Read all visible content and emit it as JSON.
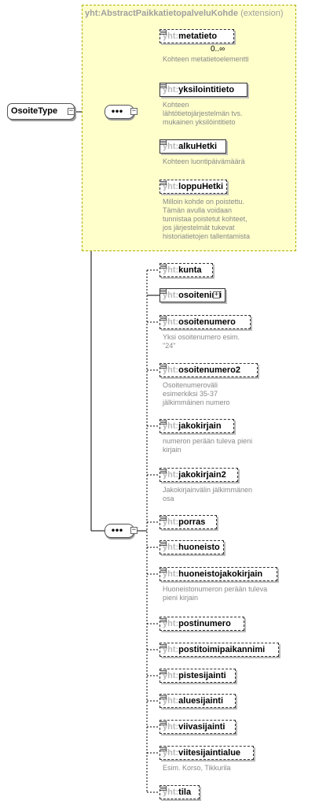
{
  "extension": {
    "title": "yht:AbstractPaikkatietopalveluKohde",
    "suffix": "(extension)"
  },
  "root": {
    "label": "OsoiteType"
  },
  "colors": {
    "extension_bg": "#ffffcc",
    "prefix_gray": "#b8b8b8",
    "desc_gray": "#888888"
  },
  "prefix": "yht:",
  "group1": [
    {
      "name": "metatieto",
      "optional": true,
      "multiplicity": "0..∞",
      "desc": [
        "Kohteen metatietoelementti"
      ]
    },
    {
      "name": "yksilointitieto",
      "optional": false,
      "desc": [
        "Kohteen",
        "lähtötietojärjestelmän tvs.",
        "mukainen yksilöintitieto"
      ]
    },
    {
      "name": "alkuHetki",
      "optional": false,
      "desc": [
        "Kohteen luontipäivämäärä"
      ]
    },
    {
      "name": "loppuHetki",
      "optional": true,
      "desc": [
        "Milloin kohde on poistettu.",
        "Tämän avulla voidaan",
        "tunnistaa poistetut kohteet,",
        "jos järjestelmät tukevat",
        "historiatietojen tallentamista"
      ]
    }
  ],
  "group2": [
    {
      "name": "kunta",
      "optional": true,
      "desc": []
    },
    {
      "name": "osoitenimi",
      "optional": false,
      "expand": true,
      "desc": []
    },
    {
      "name": "osoitenumero",
      "optional": true,
      "desc": [
        "Yksi osoitenumero esim.",
        "\"24\""
      ]
    },
    {
      "name": "osoitenumero2",
      "optional": true,
      "desc": [
        "Osoitenumeroväli",
        "esimerkiksi 35-37",
        "jälkimmäinen numero"
      ]
    },
    {
      "name": "jakokirjain",
      "optional": true,
      "desc": [
        "numeron perään tuleva pieni",
        "kirjain"
      ]
    },
    {
      "name": "jakokirjain2",
      "optional": true,
      "desc": [
        "Jakokirjainvälin jälkimmänen",
        "osa"
      ]
    },
    {
      "name": "porras",
      "optional": true,
      "desc": []
    },
    {
      "name": "huoneisto",
      "optional": true,
      "desc": []
    },
    {
      "name": "huoneistojakokirjain",
      "optional": true,
      "desc": [
        "Huoneistonumeron perään tuleva",
        "pieni kirjain"
      ]
    },
    {
      "name": "postinumero",
      "optional": true,
      "desc": []
    },
    {
      "name": "postitoimipaikannimi",
      "optional": true,
      "desc": []
    },
    {
      "name": "pistesijainti",
      "optional": true,
      "desc": []
    },
    {
      "name": "aluesijainti",
      "optional": true,
      "desc": []
    },
    {
      "name": "viivasijainti",
      "optional": true,
      "desc": []
    },
    {
      "name": "viitesijaintialue",
      "optional": true,
      "desc": [
        "Esim. Korso, Tikkurila"
      ]
    },
    {
      "name": "tila",
      "optional": true,
      "desc": []
    }
  ]
}
